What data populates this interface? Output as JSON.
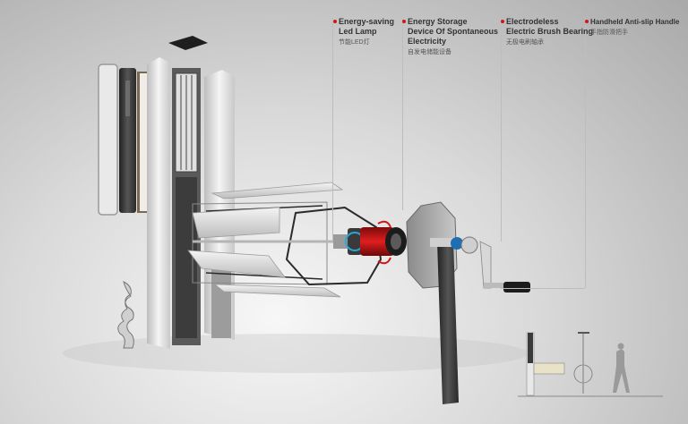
{
  "callouts": [
    {
      "en": "Energy-saving\nLed Lamp",
      "cn": "节能LED灯"
    },
    {
      "en": "Energy Storage\nDevice Of Spontaneous\nElectricity",
      "cn": "自发电储能设备"
    },
    {
      "en": "Electrodeless\nElectric Brush Bearing",
      "cn": "无极电刷轴承"
    },
    {
      "en": "Handheld Anti-slip Handle",
      "cn": "手指防滑把手"
    }
  ],
  "colors": {
    "accent": "#d0161b",
    "pole": "#e8e8e8",
    "dark": "#333333",
    "generator": "#c41414"
  }
}
